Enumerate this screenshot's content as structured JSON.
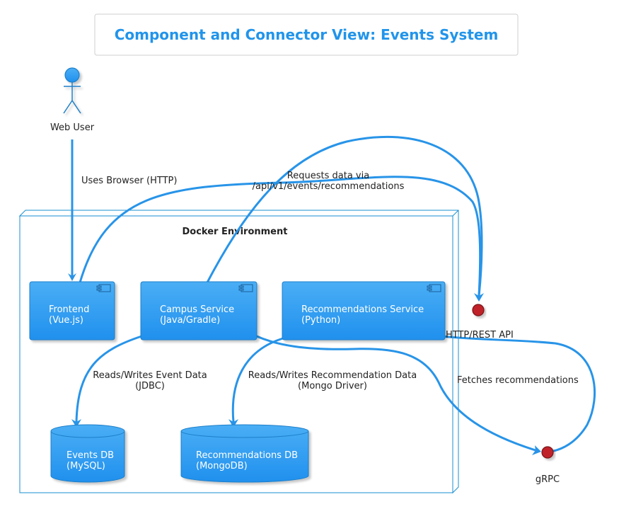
{
  "title": "Component and Connector View: Events System",
  "actor": {
    "name": "Web User"
  },
  "node": {
    "title": "Docker Environment"
  },
  "components": {
    "frontend": {
      "line1": "Frontend",
      "line2": "(Vue.js)"
    },
    "campus": {
      "line1": "Campus Service",
      "line2": "(Java/Gradle)"
    },
    "recommendations": {
      "line1": "Recommendations Service",
      "line2": "(Python)"
    }
  },
  "databases": {
    "events": {
      "line1": "Events DB",
      "line2": "(MySQL)"
    },
    "recommendations": {
      "line1": "Recommendations DB",
      "line2": "(MongoDB)"
    }
  },
  "interfaces": {
    "http_rest": {
      "label": "HTTP/REST API"
    },
    "grpc": {
      "label": "gRPC"
    }
  },
  "edges": {
    "uses_browser": {
      "label": "Uses Browser (HTTP)"
    },
    "requests_data": {
      "line1": "Requests data via",
      "line2": "/api/v1/events/recommendations"
    },
    "events_rw": {
      "line1": "Reads/Writes Event Data",
      "line2": "(JDBC)"
    },
    "rec_rw": {
      "line1": "Reads/Writes Recommendation Data",
      "line2": "(Mongo Driver)"
    },
    "fetches": {
      "label": "Fetches recommendations"
    }
  },
  "colors": {
    "accent": "#2194ea",
    "component_fill": "#2f9cf0",
    "edge": "#2894e8",
    "interface_fill": "#c0202a",
    "node_border": "#1a8fd0"
  }
}
